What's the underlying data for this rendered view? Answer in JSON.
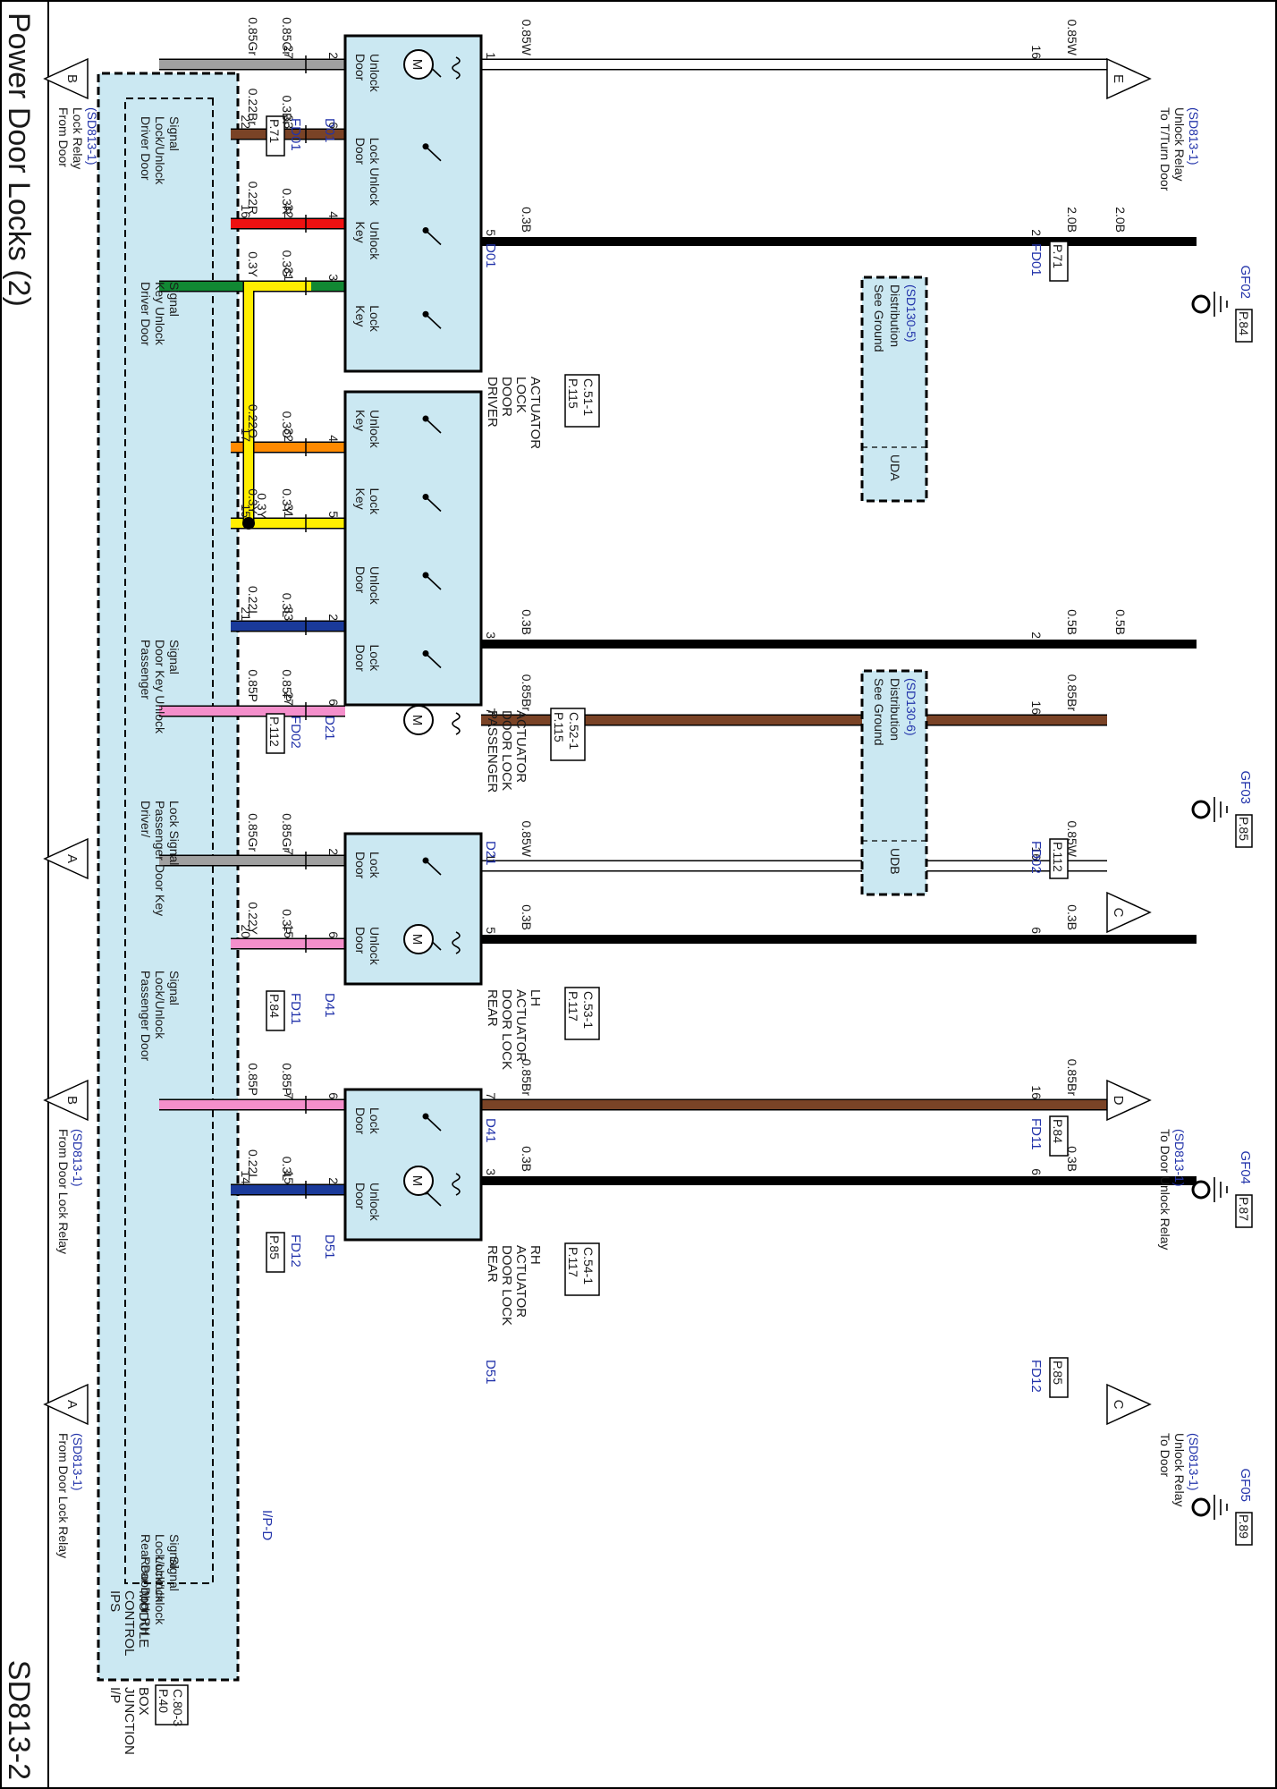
{
  "page": {
    "title": "Power Door Locks (2)",
    "code": "SD813-2"
  },
  "module": {
    "label_lines": [
      "I/P",
      "JUNCTION",
      "BOX"
    ],
    "ref_page": "P.40",
    "ref_conn": "C.80-3",
    "inner_lines": [
      "IPS",
      "CONTROL",
      "MODULE"
    ],
    "connector": "I/P-D",
    "signals": [
      {
        "lines": [
          "Driver Door",
          "Lock/Unlock",
          "Signal"
        ]
      },
      {
        "lines": [
          "Driver Door",
          "Key Unlock",
          "Signal"
        ]
      },
      {
        "lines": [
          "Passenger",
          "Door Key Unlock",
          "Signal"
        ]
      },
      {
        "lines": [
          "Driver/",
          "Passenger Door Key",
          "Lock Signal"
        ]
      },
      {
        "lines": [
          "Passenger Door",
          "Lock/Unlock",
          "Signal"
        ]
      },
      {
        "lines": [
          "Rear Door LH",
          "Lock/Unlock",
          "Signal"
        ]
      },
      {
        "lines": [
          "Rear Door RH",
          "Lock/Unlock",
          "Signal"
        ]
      }
    ]
  },
  "actuators": [
    {
      "lines": [
        "DRIVER",
        "DOOR",
        "LOCK",
        "ACTUATOR"
      ],
      "ref_page": "P.115",
      "ref_conn": "C.51-1",
      "switches": [
        [
          "Door",
          "Unlock"
        ],
        [
          "Door",
          "Lock Unlock"
        ],
        [
          "Key",
          "Unlock"
        ],
        [
          "Key",
          "Lock"
        ]
      ]
    },
    {
      "lines": [
        "PASSENGER",
        "DOOR LOCK",
        "ACTUATOR"
      ],
      "ref_page": "P.115",
      "ref_conn": "C.52-1",
      "switches": [
        [
          "Key",
          "Unlock"
        ],
        [
          "Key",
          "Lock"
        ],
        [
          "Door",
          "Unlock"
        ],
        [
          "Door",
          "Lock"
        ]
      ]
    },
    {
      "lines": [
        "REAR",
        "DOOR LOCK",
        "ACTUATOR",
        "LH"
      ],
      "ref_page": "P.117",
      "ref_conn": "C.53-1",
      "switches": [
        [
          "Door",
          "Lock"
        ],
        [
          "Door",
          "Unlock"
        ]
      ]
    },
    {
      "lines": [
        "REAR",
        "DOOR LOCK",
        "ACTUATOR",
        "RH"
      ],
      "ref_page": "P.117",
      "ref_conn": "C.54-1",
      "switches": [
        [
          "Door",
          "Lock"
        ],
        [
          "Door",
          "Unlock"
        ]
      ]
    }
  ],
  "motor_symbol": "M",
  "wires_top": [
    {
      "pin_act": "2",
      "pin_fd": "27",
      "pin_mod": "",
      "lbl_a": "0.85Gr",
      "lbl_b": "0.85Gr",
      "color": "#a0a0a0"
    },
    {
      "pin_act": "6",
      "pin_fd": "33",
      "pin_mod": "22",
      "lbl_a": "0.3Br",
      "lbl_b": "0.22Br",
      "color": "#7a4326"
    },
    {
      "pin_act": "4",
      "pin_fd": "32",
      "pin_mod": "16",
      "lbl_a": "0.3R",
      "lbl_b": "0.22R",
      "color": "#ee1111"
    },
    {
      "pin_act": "3",
      "pin_fd": "31",
      "pin_mod": "",
      "lbl_a": "0.3G",
      "lbl_b": "0.3Y",
      "color": "#118833"
    },
    {
      "pin_act": "4",
      "pin_fd": "32",
      "pin_mod": "17",
      "lbl_a": "0.3O",
      "lbl_b": "0.22O",
      "color": "#ff8a00"
    },
    {
      "pin_act": "5",
      "pin_fd": "31",
      "pin_mod": "15",
      "lbl_a": "0.3Y",
      "lbl_b": "0.3Y",
      "color": "#ffee00"
    },
    {
      "pin_act": "2",
      "pin_fd": "33",
      "pin_mod": "21",
      "lbl_a": "0.3L",
      "lbl_b": "0.22L",
      "color": "#1a3a9a"
    },
    {
      "pin_act": "6",
      "pin_fd": "27",
      "pin_mod": "",
      "lbl_a": "0.85P",
      "lbl_b": "0.85P",
      "color": "#f48fcb"
    },
    {
      "pin_act": "2",
      "pin_fd": "7",
      "pin_mod": "",
      "lbl_a": "0.85Gr",
      "lbl_b": "0.85Gr",
      "color": "#a0a0a0"
    },
    {
      "pin_act": "6",
      "pin_fd": "15",
      "pin_mod": "20",
      "lbl_a": "0.3P",
      "lbl_b": "0.22Y",
      "color": "#f48fcb"
    },
    {
      "pin_act": "6",
      "pin_fd": "7",
      "pin_mod": "",
      "lbl_a": "0.85P",
      "lbl_b": "0.85P",
      "color": "#f48fcb"
    },
    {
      "pin_act": "2",
      "pin_fd": "15",
      "pin_mod": "14",
      "lbl_a": "0.3L",
      "lbl_b": "0.22L",
      "color": "#1a3a9a"
    }
  ],
  "wire_yellow_branch": "0.3Y",
  "wires_bottom": [
    {
      "pin_act": "1",
      "pin_fd": "16",
      "lbl_a": "0.85W",
      "lbl_b": "0.85W",
      "color": "#ffffff"
    },
    {
      "pin_act": "5",
      "pin_fd": "2",
      "lbl_a": "0.3B",
      "lbl_b": "2.0B",
      "lbl_c": "2.0B",
      "color": "#111111"
    },
    {
      "pin_act": "3",
      "pin_fd": "2",
      "lbl_a": "0.3B",
      "lbl_b": "0.5B",
      "lbl_c": "0.5B",
      "color": "#111111"
    },
    {
      "pin_act": "7",
      "pin_fd": "16",
      "lbl_a": "0.85Br",
      "lbl_b": "0.85Br",
      "color": "#7a4326"
    },
    {
      "pin_act": "1",
      "pin_fd": "16",
      "lbl_a": "0.85W",
      "lbl_b": "0.85W",
      "color": "#ffffff"
    },
    {
      "pin_act": "5",
      "pin_fd": "6",
      "lbl_a": "0.3B",
      "lbl_b": "0.3B",
      "color": "#111111"
    },
    {
      "pin_act": "7",
      "pin_fd": "16",
      "lbl_a": "0.85Br",
      "lbl_b": "0.85Br",
      "color": "#7a4326"
    },
    {
      "pin_act": "3",
      "pin_fd": "6",
      "lbl_a": "0.3B",
      "lbl_b": "0.3B",
      "color": "#111111"
    }
  ],
  "connectors_top": [
    {
      "act": "D01",
      "fd": "FD01",
      "page": "P.71"
    },
    {
      "act": "D21",
      "fd": "FD02",
      "page": "P.112"
    },
    {
      "act": "D41",
      "fd": "FD11",
      "page": "P.84"
    },
    {
      "act": "D51",
      "fd": "FD12",
      "page": "P.85"
    }
  ],
  "connectors_bottom": [
    {
      "act": "D01",
      "fd": "FD01",
      "page": "P.71"
    },
    {
      "act": "D21",
      "fd": "FD02",
      "page": "P.112"
    },
    {
      "act": "D41",
      "fd": "FD11",
      "page": "P.84"
    },
    {
      "act": "D51",
      "fd": "FD12",
      "page": "P.85"
    }
  ],
  "grounds": [
    {
      "name": "GF02",
      "page": "P.84"
    },
    {
      "name": "GF03",
      "page": "P.85"
    },
    {
      "name": "GF04",
      "page": "P.87"
    },
    {
      "name": "GF05",
      "page": "P.89"
    }
  ],
  "ground_dist": [
    {
      "lines": [
        "See Ground",
        "Distribution"
      ],
      "ref": "(SD130-5)",
      "code": "UDA"
    },
    {
      "lines": [
        "See Ground",
        "Distribution"
      ],
      "ref": "(SD130-6)",
      "code": "UDB"
    }
  ],
  "refs_top": [
    {
      "letter": "B",
      "lines": [
        "From Door",
        "Lock Relay"
      ],
      "ref": "(SD813-1)"
    },
    {
      "letter": "A",
      "lines": [],
      "ref": ""
    },
    {
      "letter": "B",
      "lines": [
        "From Door Lock Relay"
      ],
      "ref": "(SD813-1)"
    },
    {
      "letter": "A",
      "lines": [
        "From Door Lock Relay"
      ],
      "ref": "(SD813-1)"
    }
  ],
  "refs_bottom": [
    {
      "letter": "E",
      "lines": [
        "To T/Turn Door",
        "Unlock Relay"
      ],
      "ref": "(SD813-1)"
    },
    {
      "letter": "C",
      "lines": [],
      "ref": ""
    },
    {
      "letter": "D",
      "lines": [
        "To Door Unlock Relay"
      ],
      "ref": "(SD813-1)"
    },
    {
      "letter": "C",
      "lines": [
        "To Door",
        "Unlock Relay"
      ],
      "ref": "(SD813-1)"
    }
  ]
}
